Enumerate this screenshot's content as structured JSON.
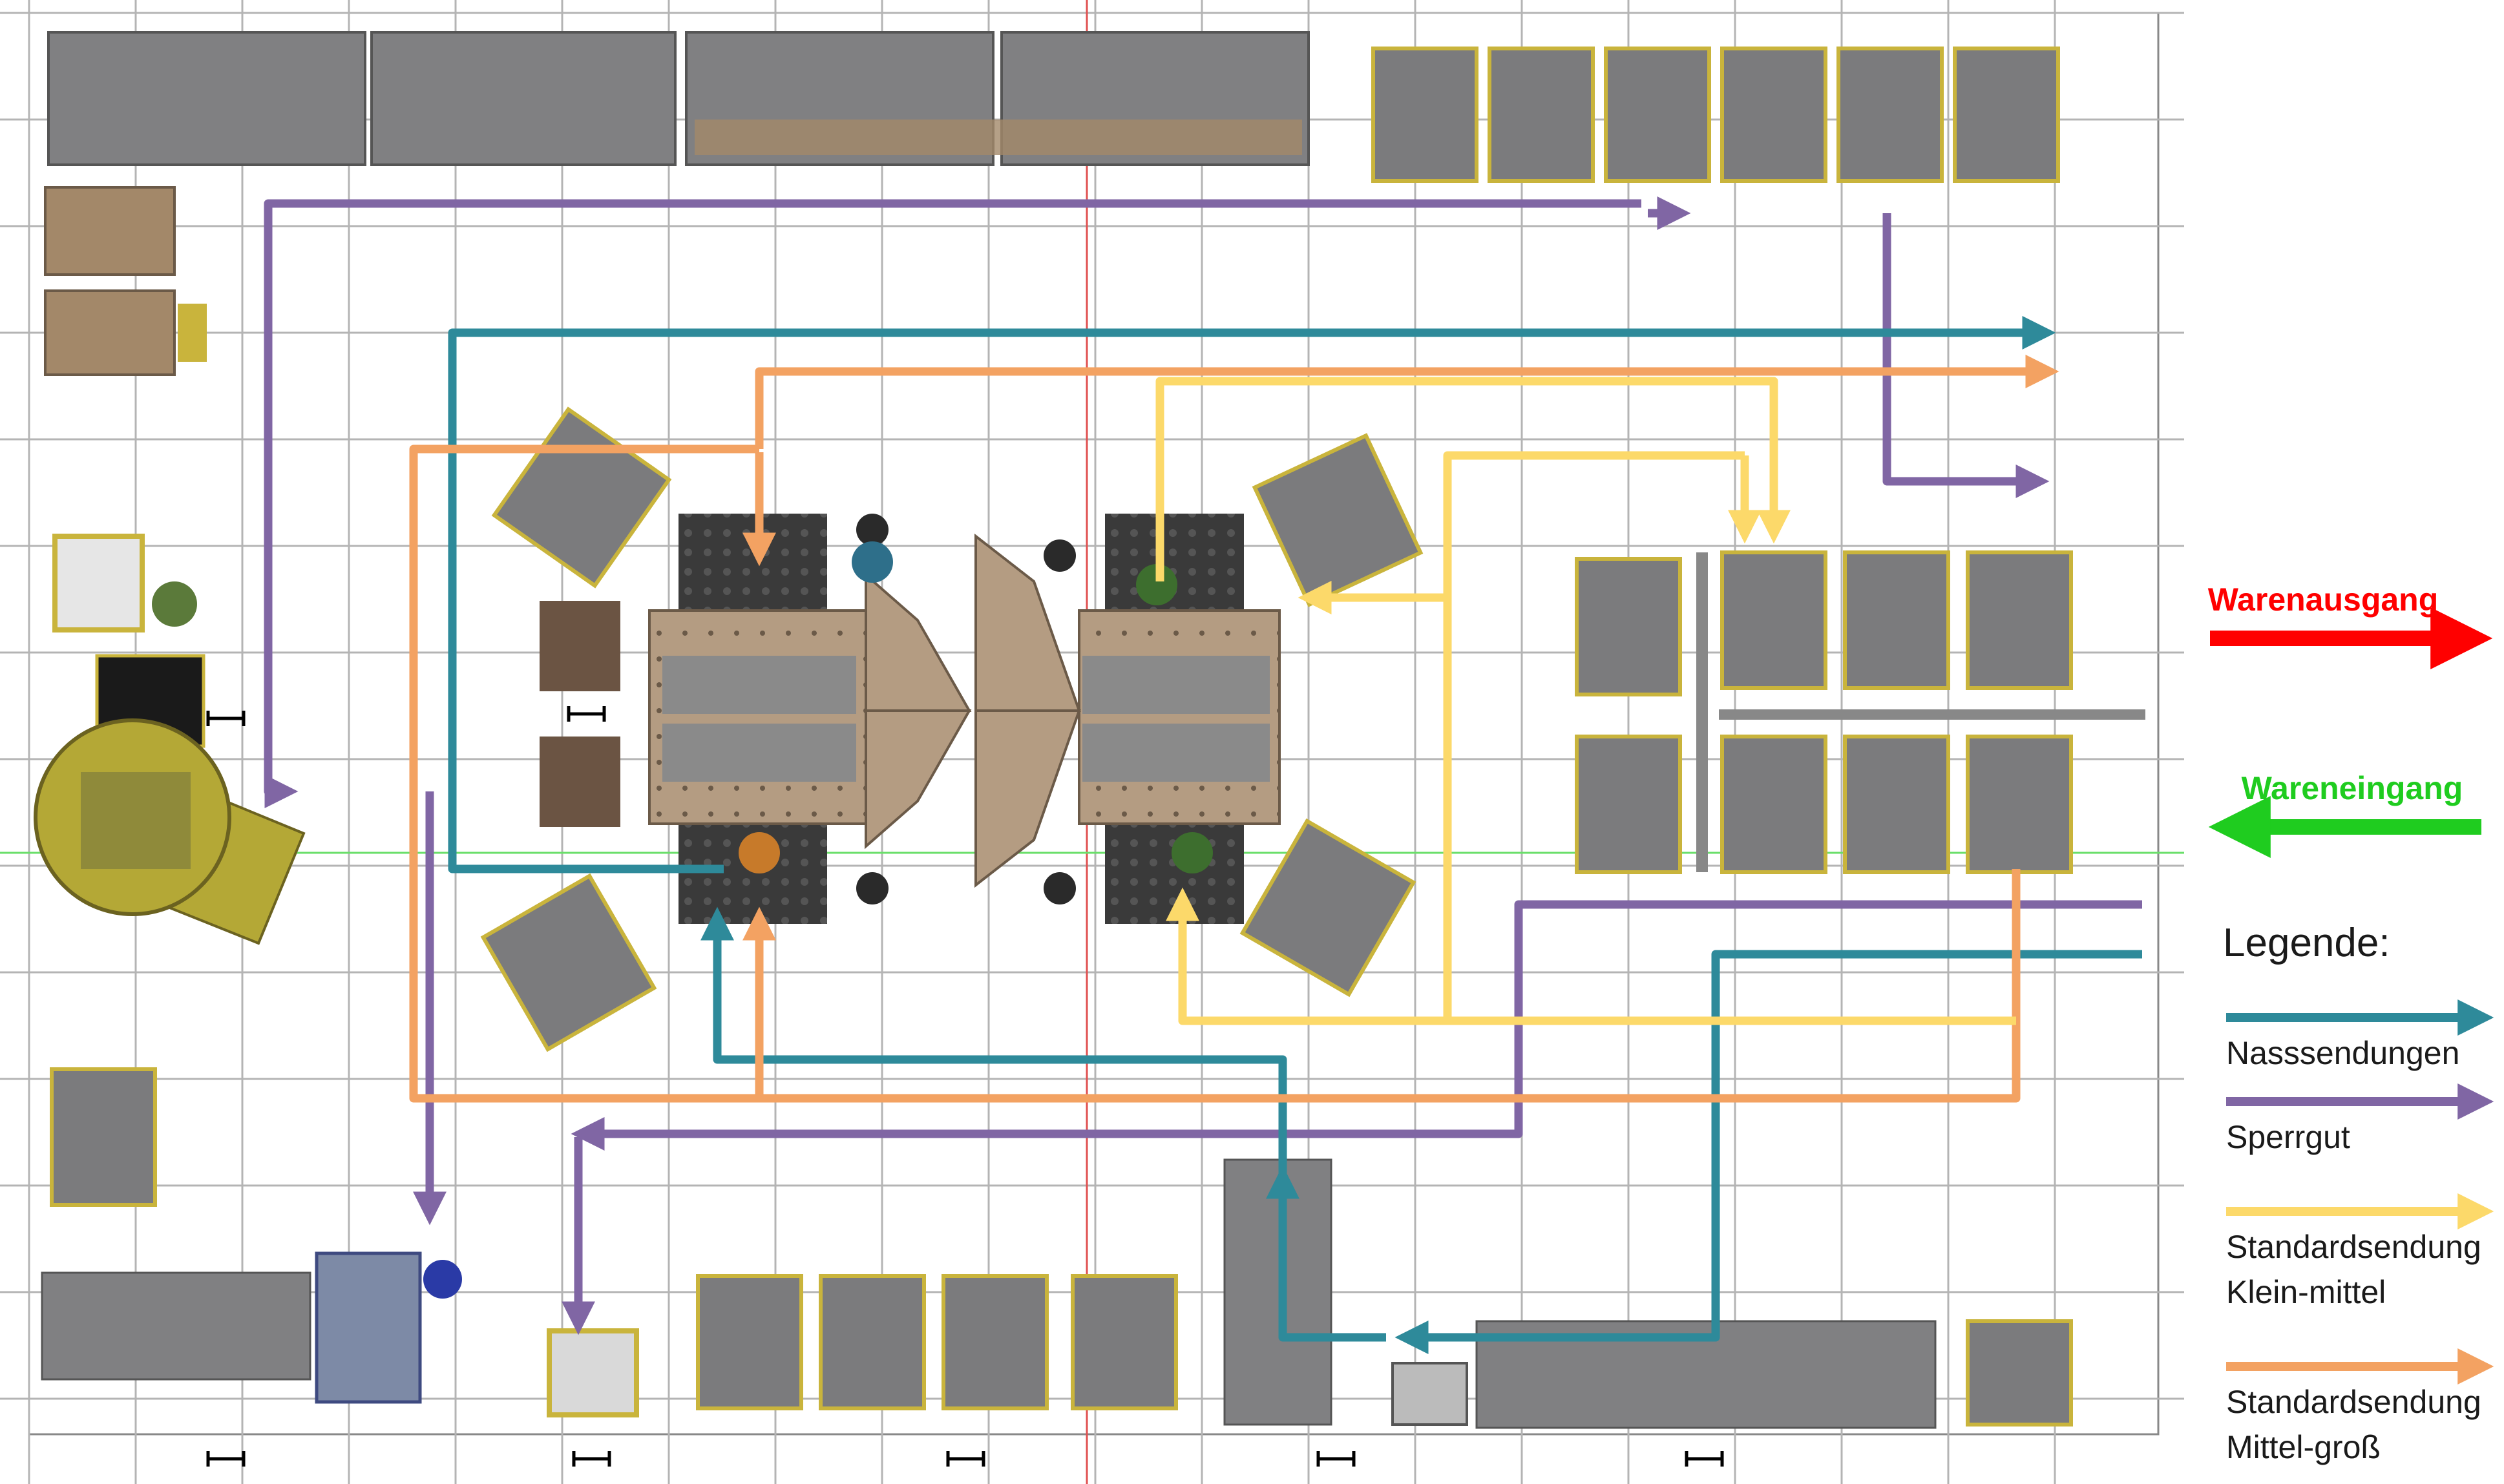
{
  "labels": {
    "outbound": "Warenausgang",
    "inbound": "Wareneingang",
    "legend_title": "Legende:"
  },
  "legend": [
    {
      "id": "wet",
      "lines": [
        "Nasssendungen"
      ],
      "color": "#2e8a9a"
    },
    {
      "id": "bulky",
      "lines": [
        "Sperrgut"
      ],
      "color": "#8066a4"
    },
    {
      "id": "small",
      "lines": [
        "Standardsendung",
        "Klein-mittel"
      ],
      "color": "#fcd96a"
    },
    {
      "id": "large",
      "lines": [
        "Standardsendung",
        "Mittel-groß"
      ],
      "color": "#f3a262"
    }
  ],
  "colors": {
    "outbound_arrow": "#ff0000",
    "inbound_arrow": "#1fcc1f",
    "grid": "#b4b4b4",
    "table_top": "#b49c82",
    "machine_mat": "#3c3c3c",
    "rack": "#7b7b7d",
    "pallet": "#a38869"
  }
}
